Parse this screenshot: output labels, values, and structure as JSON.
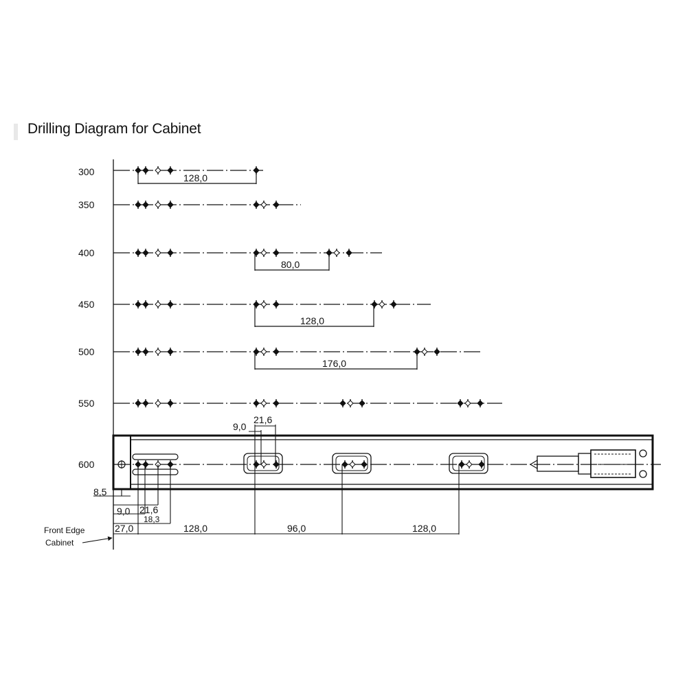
{
  "title": "Drilling Diagram for Cabinet",
  "rows": [
    {
      "length": "300",
      "dimension": "128,0"
    },
    {
      "length": "350"
    },
    {
      "length": "400",
      "dimension": "80,0"
    },
    {
      "length": "450",
      "dimension": "128,0"
    },
    {
      "length": "500",
      "dimension": "176,0"
    },
    {
      "length": "550"
    },
    {
      "length": "600"
    }
  ],
  "top_dims": {
    "a": "9,0",
    "b": "21,6"
  },
  "bottom_dims": {
    "left_offset": "8,5",
    "d1": "9,0",
    "d2": "21,6",
    "d3": "18,3",
    "d4": "27,0",
    "spacing1": "128,0",
    "spacing2": "96,0",
    "spacing3": "128,0"
  },
  "front_edge_label": [
    "Front Edge",
    "Cabinet"
  ]
}
